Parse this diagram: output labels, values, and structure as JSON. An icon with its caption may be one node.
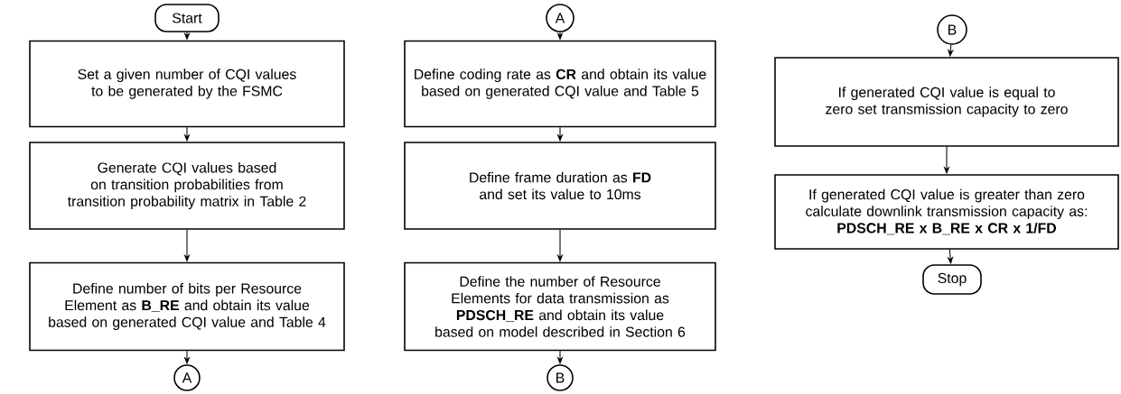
{
  "diagram": {
    "nodes": [
      {
        "text": [
          "Start"
        ]
      },
      {
        "text": [
          "Set a given number of CQI values to be generated by the FSMC"
        ]
      },
      {
        "text": [
          "Generate CQI values based on transition probabilities from transition probability matrix in Table 2"
        ]
      },
      {
        "text": [
          "Define number of bits per Resource Element as **B_RE** and obtain its value based on generated CQI value and Table 4"
        ]
      },
      {
        "text": [
          "A"
        ]
      },
      {
        "text": [
          "A"
        ]
      },
      {
        "text": [
          "Define coding rate as **CR** and obtain its value based on generated CQI value and Table 5"
        ]
      },
      {
        "text": [
          "Define frame duration as **FD** and set its value to 10ms"
        ]
      },
      {
        "text": [
          "Define the number of Resource Elements for data transmission as **PDSCH_RE** and obtain its value based on model described  in Section 6"
        ]
      },
      {
        "text": [
          "B"
        ]
      },
      {
        "text": [
          "B"
        ]
      },
      {
        "text": [
          "If generated CQI value is equal to zero set transmission capacity to zero"
        ]
      },
      {
        "text": [
          "If generated CQI value is greater than zero calculate downlink transmission capacity as:",
          "PDSCH_RE x B_RE x CR x 1/FD"
        ]
      },
      {
        "text": [
          "Stop"
        ]
      }
    ],
    "edges": [
      {
        "from": 0,
        "to": 1,
        "arrow": "to"
      },
      {
        "from": 1,
        "to": 2,
        "arrow": "to"
      },
      {
        "from": 2,
        "to": 3,
        "arrow": "to"
      },
      {
        "from": 3,
        "to": 4,
        "arrow": "to"
      },
      {
        "from": 5,
        "to": 6,
        "arrow": "to"
      },
      {
        "from": 6,
        "to": 7,
        "arrow": "to"
      },
      {
        "from": 7,
        "to": 8,
        "arrow": "to"
      },
      {
        "from": 8,
        "to": 9,
        "arrow": "to"
      },
      {
        "from": 10,
        "to": 11,
        "arrow": "to"
      },
      {
        "from": 11,
        "to": 12,
        "arrow": "to"
      },
      {
        "from": 12,
        "to": 13,
        "arrow": "to"
      }
    ]
  }
}
